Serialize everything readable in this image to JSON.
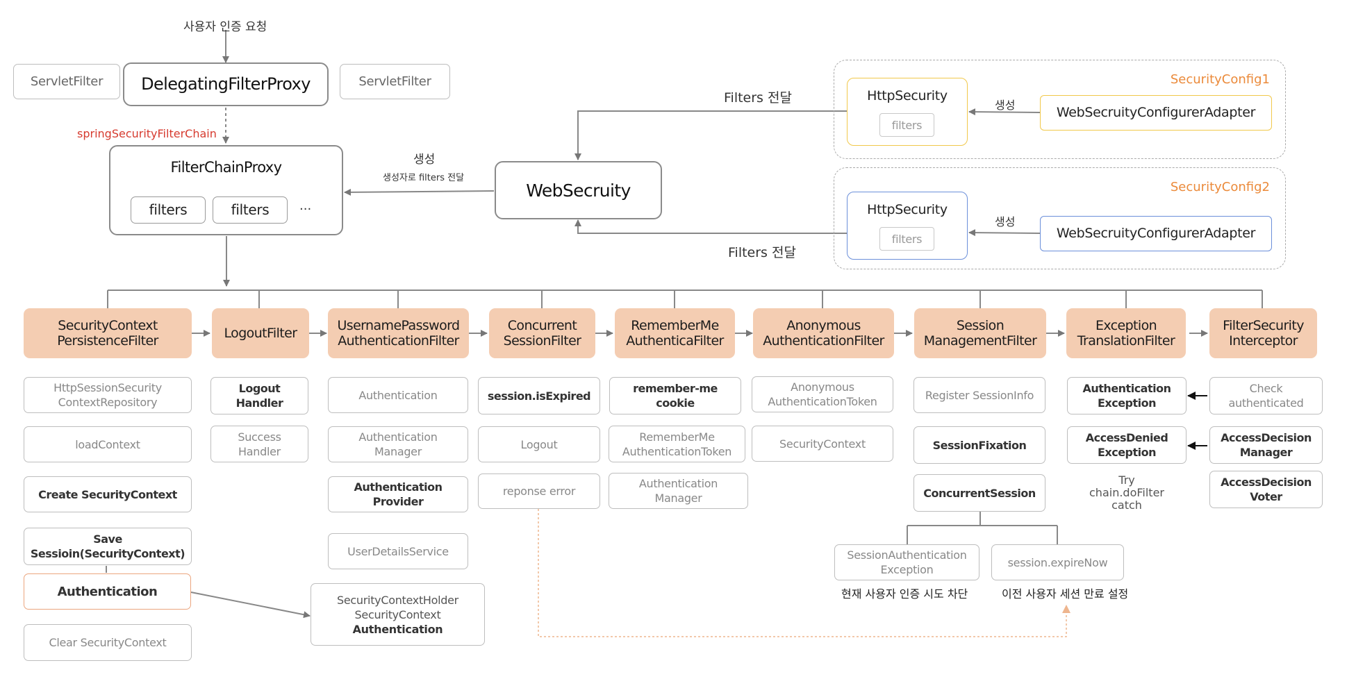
{
  "top_request": "사용자 인증 요청",
  "servlet_filter_left": "ServletFilter",
  "delegating_filter_proxy": "DelegatingFilterProxy",
  "servlet_filter_right": "ServletFilter",
  "spring_security_filter_chain": "springSecurityFilterChain",
  "filter_chain_proxy": {
    "title": "FilterChainProxy",
    "filters_1": "filters",
    "filters_2": "filters",
    "ellipsis": "···"
  },
  "create_label": "생성",
  "pass_filters_to_constructor": "생성자로 filters 전달",
  "web_security": "WebSecruity",
  "filters_pass_1": "Filters 전달",
  "filters_pass_2": "Filters 전달",
  "config1": {
    "name": "SecurityConfig1",
    "http_security": "HttpSecurity",
    "filters": "filters",
    "create": "생성",
    "adapter": "WebSecruityConfigurerAdapter"
  },
  "config2": {
    "name": "SecurityConfig2",
    "http_security": "HttpSecurity",
    "filters": "filters",
    "create": "생성",
    "adapter": "WebSecruityConfigurerAdapter"
  },
  "filter_chain": [
    {
      "name": "SecurityContext\nPersistenceFilter"
    },
    {
      "name": "LogoutFilter"
    },
    {
      "name": "UsernamePassword\nAuthenticationFilter"
    },
    {
      "name": "Concurrent\nSessionFilter"
    },
    {
      "name": "RememberMe\nAuthenticaFilter"
    },
    {
      "name": "Anonymous\nAuthenticationFilter"
    },
    {
      "name": "Session\nManagementFilter"
    },
    {
      "name": "Exception\nTranslationFilter"
    },
    {
      "name": "FilterSecurity\nInterceptor"
    }
  ],
  "scpf_items": {
    "repo": "HttpSessionSecurity\nContextRepository",
    "load": "loadContext",
    "create": "Create SecurityContext",
    "save": "Save\nSessioin(SecurityContext)",
    "authentication": "Authentication",
    "clear": "Clear SecurityContext"
  },
  "logout_items": {
    "handler": "Logout\nHandler",
    "success": "Success\nHandler"
  },
  "upaf_items": {
    "authentication": "Authentication",
    "manager": "Authentication\nManager",
    "provider": "Authentication\nProvider",
    "uds": "UserDetailsService"
  },
  "holder": {
    "line1": "SecurityContextHolder",
    "line2": "SecurityContext",
    "line3": "Authentication"
  },
  "csf_items": {
    "expired": "session.isExpired",
    "logout": "Logout",
    "error": "reponse error"
  },
  "rmaf_items": {
    "cookie": "remember-me\ncookie",
    "token": "RememberMe\nAuthenticationToken",
    "manager": "Authentication\nManager"
  },
  "anon_items": {
    "token": "Anonymous\nAuthenticationToken",
    "context": "SecurityContext"
  },
  "smf_items": {
    "register": "Register SessionInfo",
    "fixation": "SessionFixation",
    "concurrent": "ConcurrentSession",
    "exception": "SessionAuthentication\nException",
    "expire_now": "session.expireNow",
    "block_caption": "현재 사용자 인증 시도 차단",
    "expire_caption": "이전 사용자 세션 만료 설정"
  },
  "etf_items": {
    "auth_exception": "Authentication\nException",
    "access_denied": "AccessDenied\nException",
    "try_catch": "Try\nchain.doFilter\ncatch"
  },
  "fsi_items": {
    "check": "Check\nauthenticated",
    "manager": "AccessDecision\nManager",
    "voter": "AccessDecision\nVoter"
  },
  "colors": {
    "filter_fill": "#f4cdb2",
    "config1_border": "#f1c84a",
    "config2_border": "#6b8fda",
    "config_label": "#eb8a3a",
    "chain_label": "#d63a2e",
    "highlight_border": "#eba57e"
  }
}
